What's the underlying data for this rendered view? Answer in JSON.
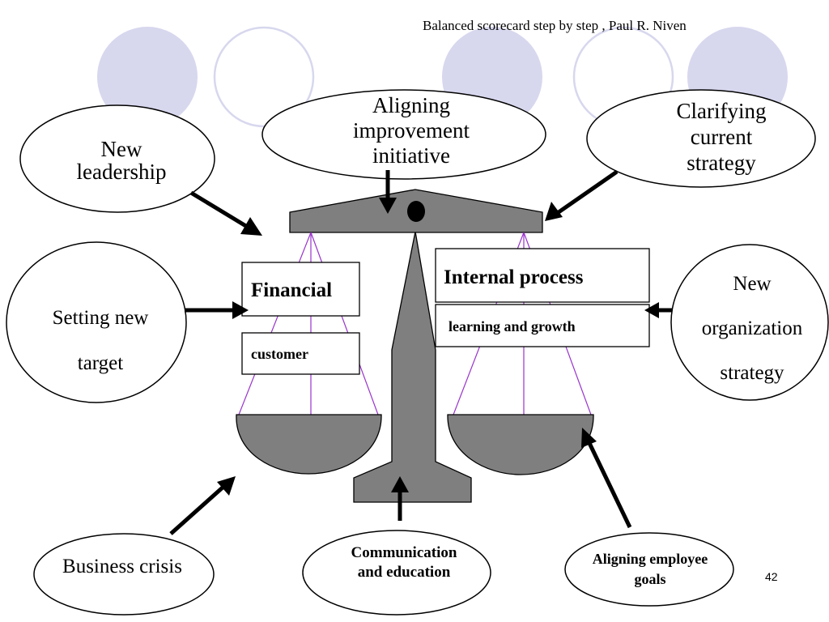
{
  "header": {
    "citation": "Balanced scorecard  step by step , Paul R. Niven"
  },
  "page_number": "42",
  "drivers": {
    "new_leadership": [
      "New",
      "leadership"
    ],
    "aligning_improvement": [
      "Aligning",
      "improvement",
      "initiative"
    ],
    "clarifying_strategy": [
      "Clarifying",
      "current",
      "strategy"
    ],
    "setting_target": [
      "Setting new",
      "target"
    ],
    "new_org_strategy": [
      "New",
      "organization",
      "strategy"
    ],
    "business_crisis": [
      "Business crisis"
    ],
    "communication": [
      "Communication",
      "and education"
    ],
    "aligning_goals": [
      "Aligning employee",
      "goals"
    ]
  },
  "perspectives": {
    "financial": "Financial",
    "customer": "customer",
    "internal": "Internal process",
    "learning": "learning and growth"
  },
  "colors": {
    "decor": "#d7d7ee",
    "scale": "#7f7f7f",
    "strings": "#9933cc"
  }
}
